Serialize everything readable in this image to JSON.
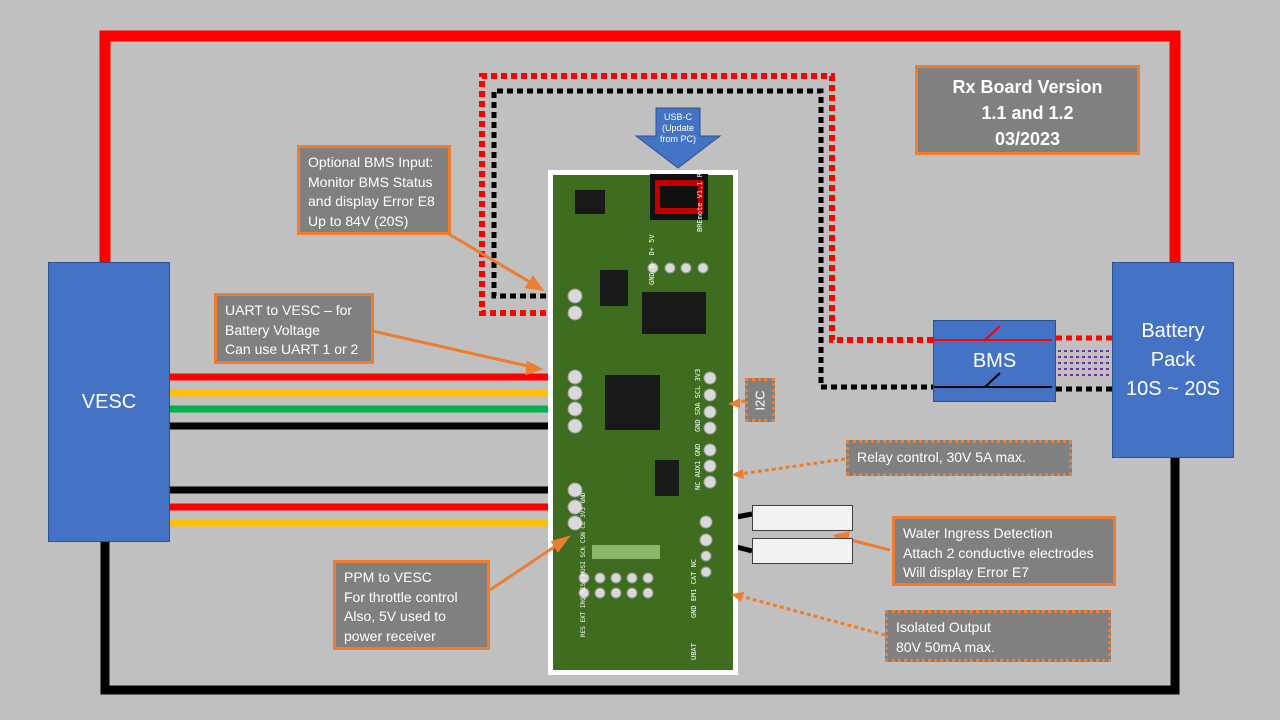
{
  "vesc": {
    "label": "VESC"
  },
  "battery": {
    "label": "Battery\nPack\n10S ~ 20S"
  },
  "bms": {
    "label": "BMS"
  },
  "title": {
    "text": "Rx Board Version\n1.1 and 1.2\n03/2023"
  },
  "usb": {
    "text": "USB-C\n(Update\nfrom PC)"
  },
  "i2c": {
    "label": "I2C"
  },
  "notes": {
    "bms_input": "Optional BMS Input:\nMonitor  BMS Status\nand display Error E8\nUp to 84V (20S)",
    "uart": "UART to VESC – for\nBattery Voltage\nCan use UART 1 or 2",
    "ppm": "PPM to VESC\nFor throttle control\nAlso, 5V used to\npower receiver",
    "relay": "Relay control, 30V 5A max.",
    "water": "Water Ingress Detection\nAttach 2 conductive electrodes\nWill display Error  E7",
    "isolated": "Isolated Output\n80V 50mA max."
  },
  "pcb": {
    "silk_title": "BREmote V1.1 Rx",
    "pins_top": "GND  D-  D+  5V",
    "pins_i2c": "GND SDA SCL 3V3",
    "pins_relay": "NC AUX1 GND",
    "pins_water": "GND EM1 CAT NC",
    "pins_bottom": "RES  EXT  IRQ MISO  MOSI SCK  CSN  CE  3V3  GND",
    "ubat": "UBAT"
  },
  "colors": {
    "red": "#ff0000",
    "black": "#000000",
    "green": "#00b050",
    "yellow": "#ffc000",
    "orange": "#ed7d31",
    "blue": "#4472c4",
    "purple": "#7030a0",
    "pcb": "#3f6d1f"
  }
}
